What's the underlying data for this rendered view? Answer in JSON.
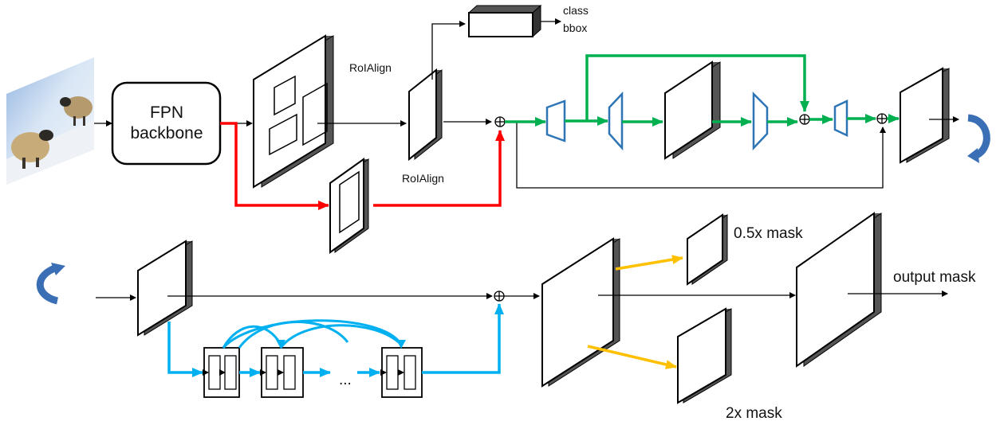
{
  "labels": {
    "backbone_line1": "FPN",
    "backbone_line2": "backbone",
    "roialign_top": "RoIAlign",
    "roialign_bottom": "RoIAlign",
    "head_class": "class",
    "head_bbox": "bbox",
    "mask_half": "0.5x mask",
    "mask_double": "2x mask",
    "output": "output mask",
    "ellipsis": "..."
  },
  "colors": {
    "black_path": "#000000",
    "fusion_path": "#ff0000",
    "refine_path": "#00b050",
    "trapezoid_outline": "#2e75b6",
    "dense_path": "#00b0f0",
    "mask_branch": "#ffc000",
    "loop_arrow": "#3a6fb5"
  },
  "icons": {
    "input_image": "sheep-photo-icon",
    "sum_node": "circled-plus-icon",
    "loop": "curved-loop-arrow-icon"
  }
}
